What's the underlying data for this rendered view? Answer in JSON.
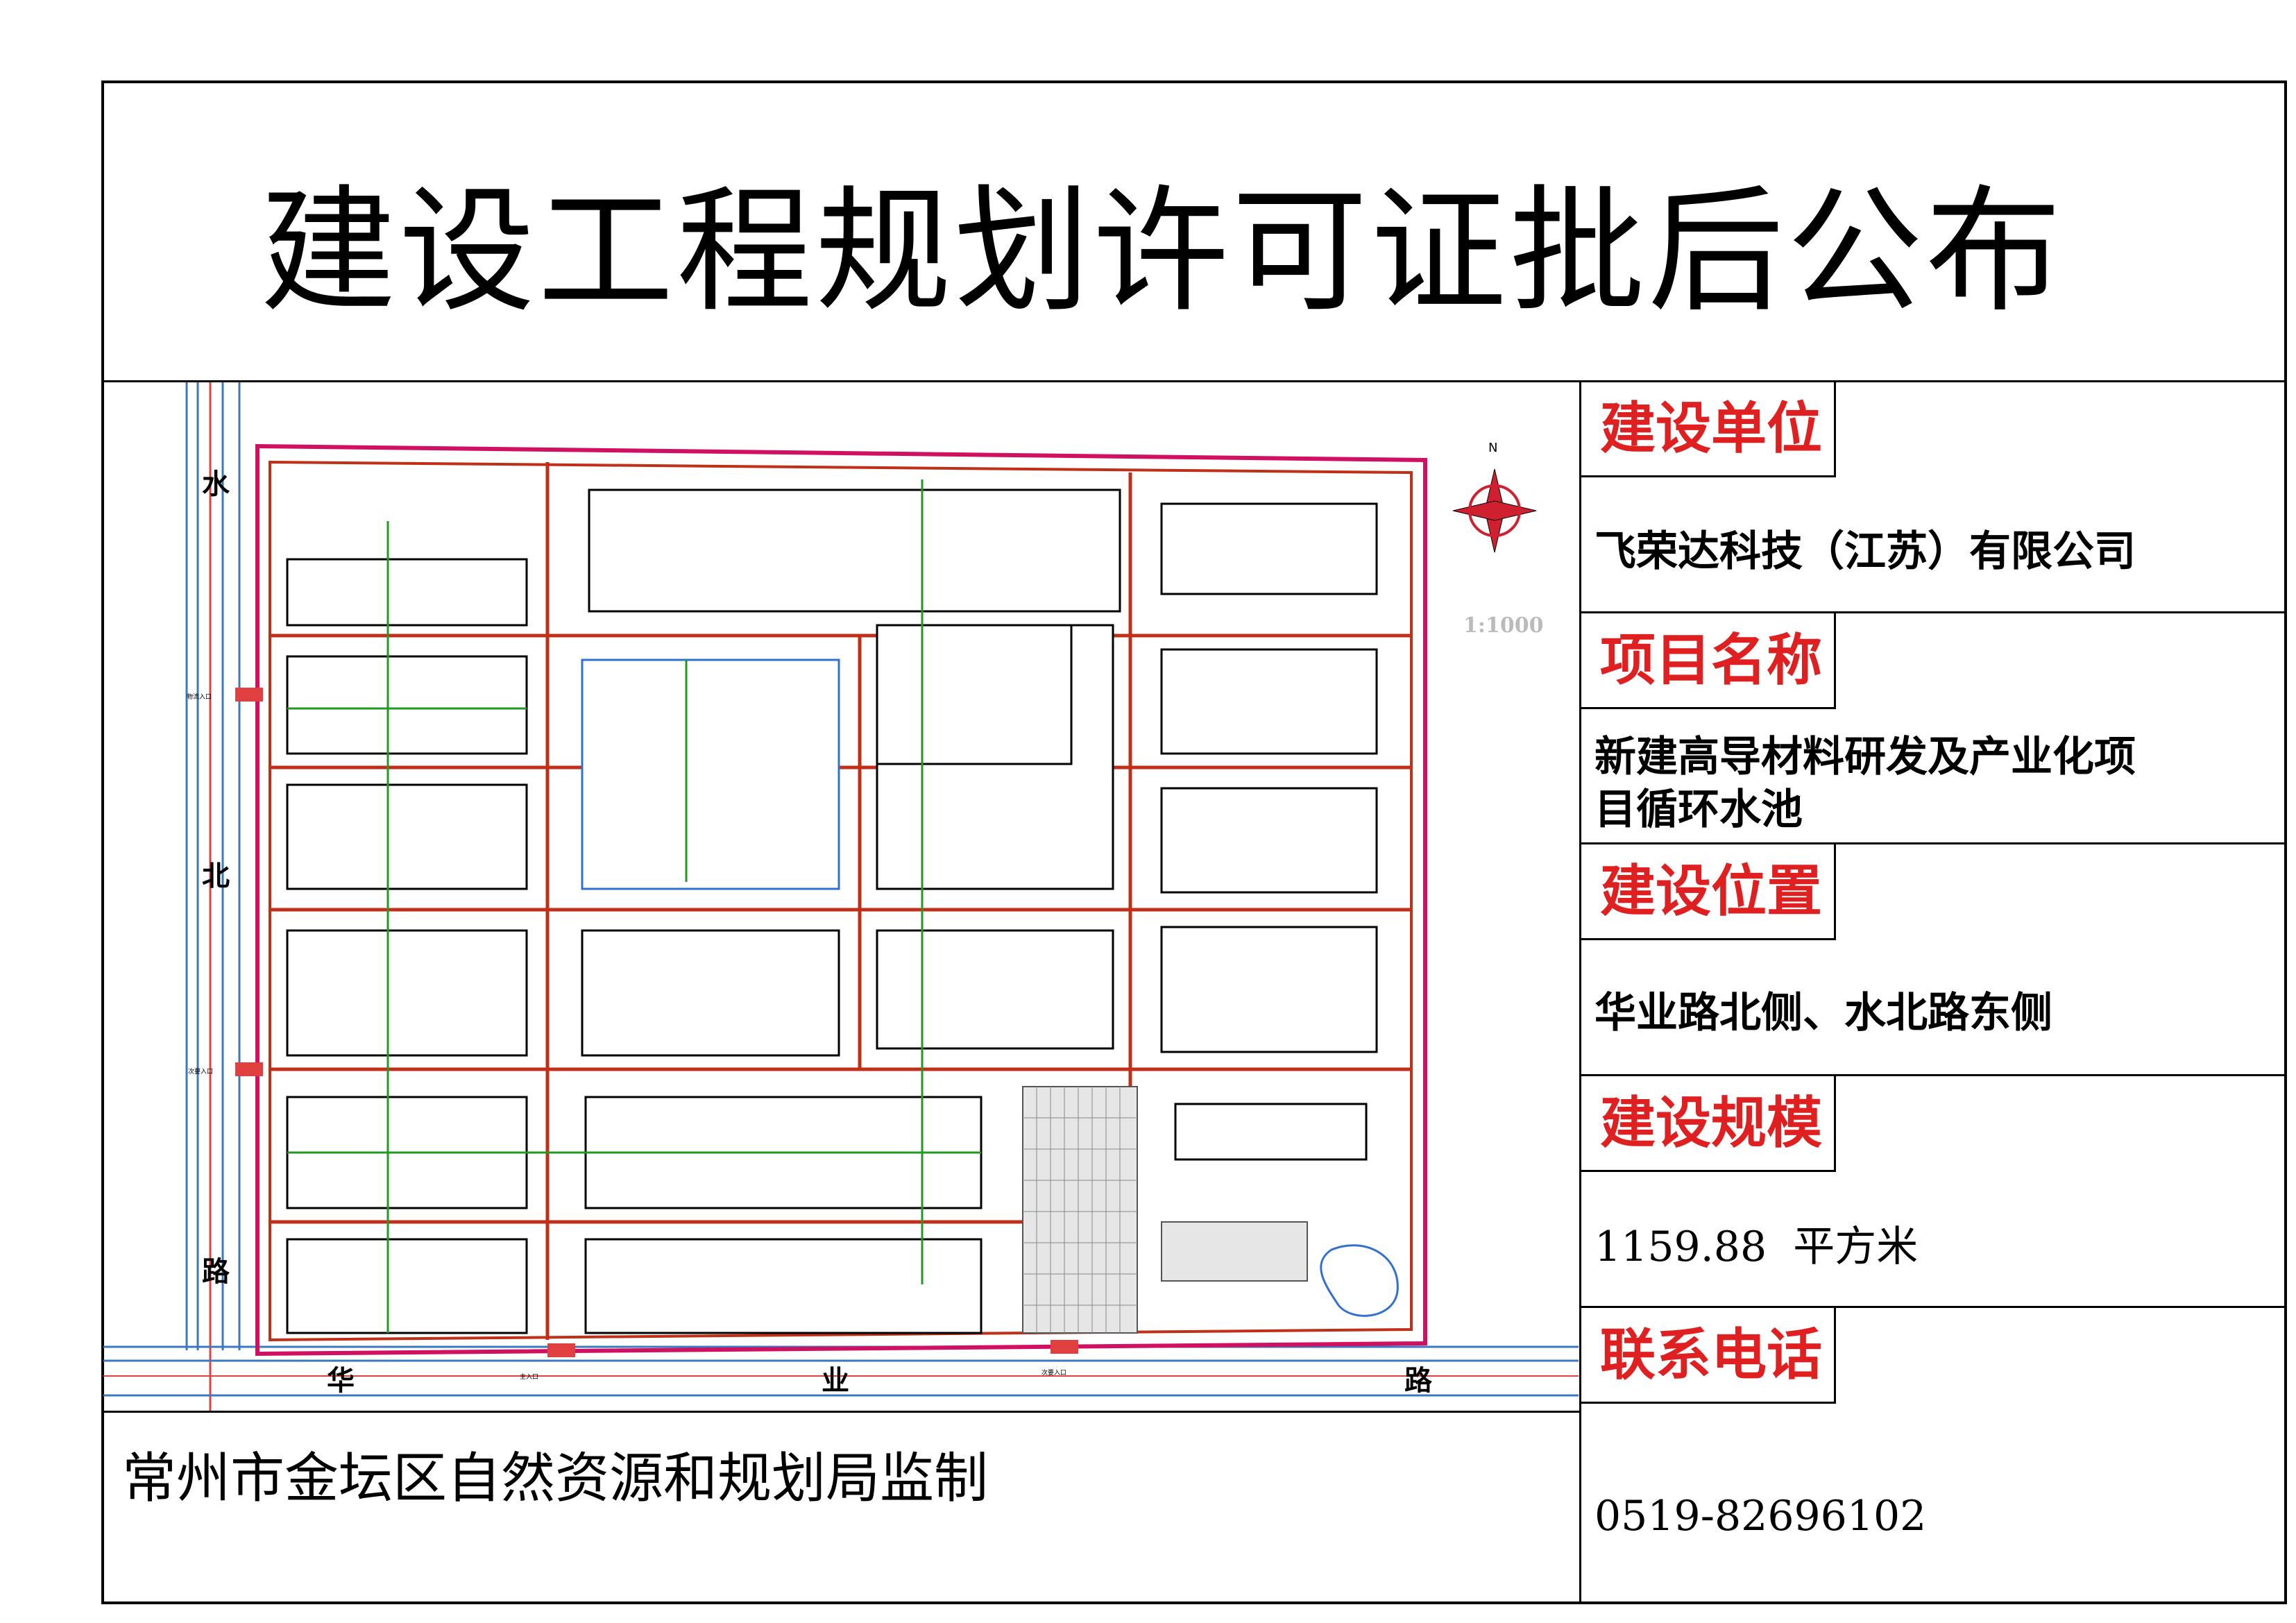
{
  "title": "建设工程规划许可证批后公布",
  "fields": [
    {
      "label": "建设单位",
      "value": "飞荣达科技（江苏）有限公司"
    },
    {
      "label": "项目名称",
      "value": "新建高导材料研发及产业化项目循环水池"
    },
    {
      "label": "建设位置",
      "value": "华业路北侧、水北路东侧"
    },
    {
      "label": "建设规模",
      "value": "1159.88  平方米"
    },
    {
      "label": "联系电话",
      "value": "0519-82696102"
    }
  ],
  "footer": "常州市金坛区自然资源和规划局监制",
  "site_plan": {
    "scale": "1:1000",
    "north": "N",
    "roads": {
      "west": [
        "水",
        "北",
        "路"
      ],
      "south": [
        "华",
        "业",
        "路"
      ]
    },
    "entrances": [
      "物流入口",
      "次要入口",
      "主入口",
      "次要入口"
    ],
    "colors": {
      "boundary": "#d01060",
      "road": "#c03018",
      "green": "#209a20",
      "building": "#000000",
      "accent": "#3070d0"
    }
  }
}
